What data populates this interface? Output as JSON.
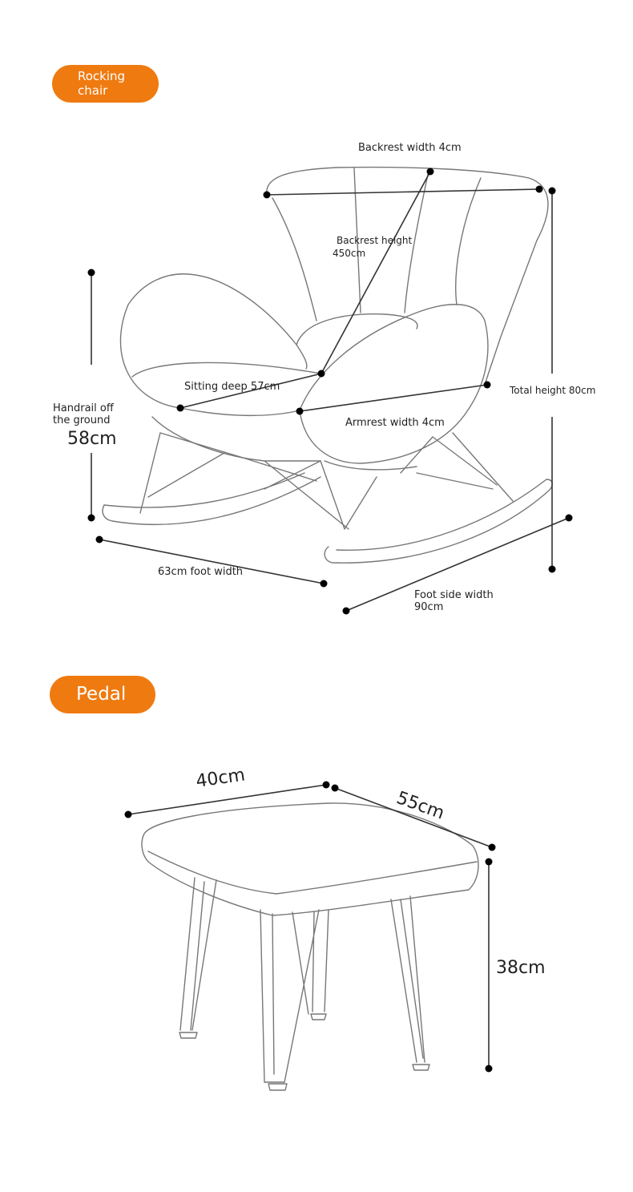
{
  "sections": {
    "chair": {
      "title": "Rocking chair",
      "labels": {
        "backrest_width": "Backrest width 4cm",
        "backrest_height": "Backrest height",
        "backrest_height_value": "450cm",
        "sitting_deep": "Sitting deep 57cm",
        "armrest_width": "Armrest width 4cm",
        "total_height": "Total height 80cm",
        "handrail": "Handrail off the ground",
        "handrail_value": "58cm",
        "foot_width": "63cm foot width",
        "foot_side_width": "Foot side width 90cm"
      }
    },
    "pedal": {
      "title": "Pedal",
      "labels": {
        "width": "40cm",
        "depth": "55cm",
        "height": "38cm"
      }
    }
  },
  "colors": {
    "accent": "#ef7a10",
    "line": "#555555",
    "dot": "#000000"
  }
}
